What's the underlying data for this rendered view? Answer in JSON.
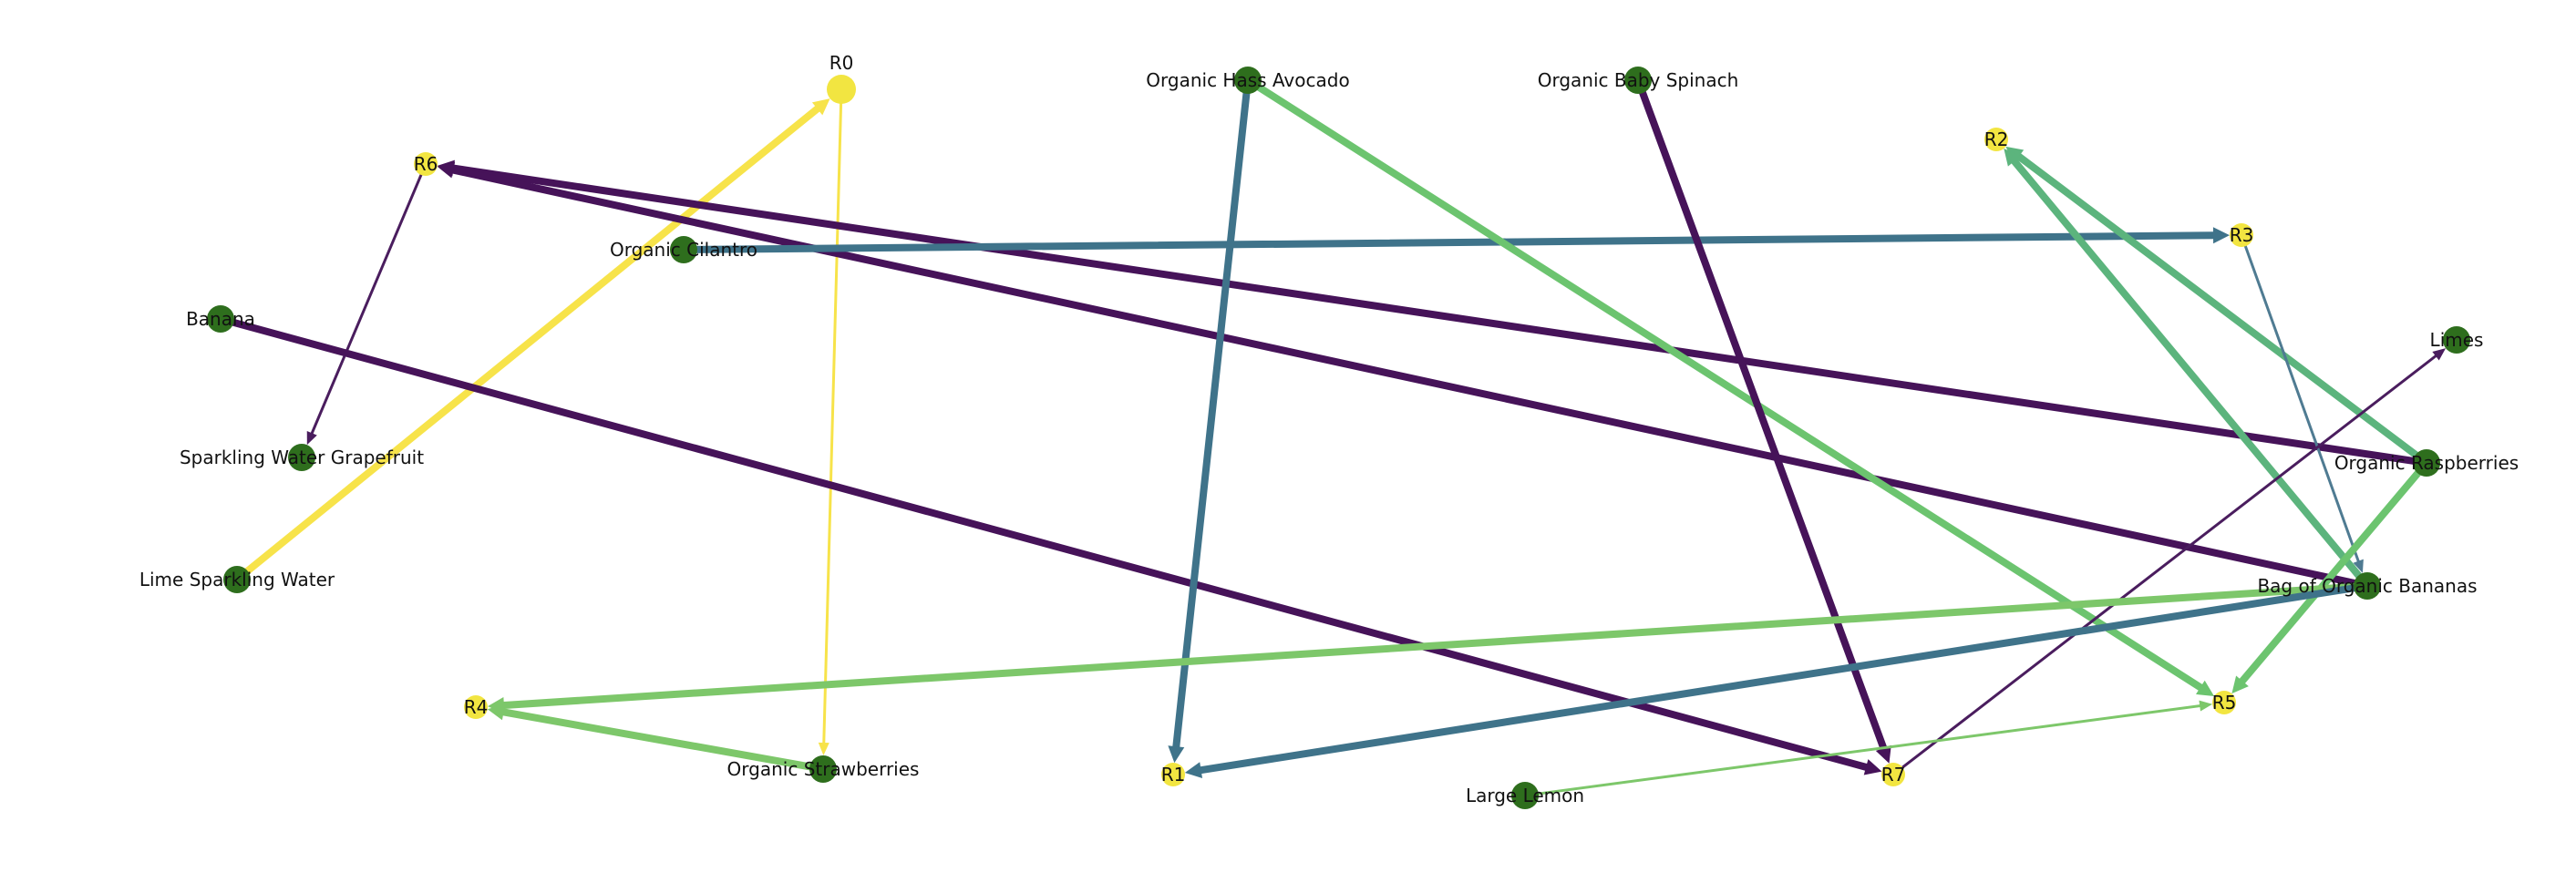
{
  "graph": {
    "nodes": [
      {
        "id": "R0",
        "label": "R0",
        "kind": "rule",
        "color": "#f2e541"
      },
      {
        "id": "R1",
        "label": "R1",
        "kind": "rule",
        "color": "#f2e541"
      },
      {
        "id": "R2",
        "label": "R2",
        "kind": "rule",
        "color": "#f2e541"
      },
      {
        "id": "R3",
        "label": "R3",
        "kind": "rule",
        "color": "#f2e541"
      },
      {
        "id": "R4",
        "label": "R4",
        "kind": "rule",
        "color": "#f2e541"
      },
      {
        "id": "R5",
        "label": "R5",
        "kind": "rule",
        "color": "#f2e541"
      },
      {
        "id": "R6",
        "label": "R6",
        "kind": "rule",
        "color": "#f2e541"
      },
      {
        "id": "R7",
        "label": "R7",
        "kind": "rule",
        "color": "#f2e541"
      },
      {
        "id": "avocado",
        "label": "Organic Hass Avocado",
        "kind": "item",
        "color": "#2e6e1d"
      },
      {
        "id": "spinach",
        "label": "Organic Baby Spinach",
        "kind": "item",
        "color": "#2e6e1d"
      },
      {
        "id": "cilantro",
        "label": "Organic Cilantro",
        "kind": "item",
        "color": "#2e6e1d"
      },
      {
        "id": "banana",
        "label": "Banana",
        "kind": "item",
        "color": "#2e6e1d"
      },
      {
        "id": "grapefruit",
        "label": "Sparkling Water Grapefruit",
        "kind": "item",
        "color": "#2e6e1d"
      },
      {
        "id": "limesw",
        "label": "Lime Sparkling Water",
        "kind": "item",
        "color": "#2e6e1d"
      },
      {
        "id": "strawberries",
        "label": "Organic Strawberries",
        "kind": "item",
        "color": "#2e6e1d"
      },
      {
        "id": "lemon",
        "label": "Large Lemon",
        "kind": "item",
        "color": "#2e6e1d"
      },
      {
        "id": "limes",
        "label": "Limes",
        "kind": "item",
        "color": "#2e6e1d"
      },
      {
        "id": "raspberries",
        "label": "Organic Raspberries",
        "kind": "item",
        "color": "#2e6e1d"
      },
      {
        "id": "bagbananas",
        "label": "Bag of Organic Bananas",
        "kind": "item",
        "color": "#2e6e1d"
      }
    ],
    "edges": [
      {
        "from": "limesw",
        "to": "R0",
        "color": "#f7e34a",
        "weight": 8
      },
      {
        "from": "R0",
        "to": "strawberries",
        "color": "#f7e34a",
        "weight": 3
      },
      {
        "from": "R6",
        "to": "grapefruit",
        "color": "#4a1d5e",
        "weight": 3
      },
      {
        "from": "raspberries",
        "to": "R6",
        "color": "#461359",
        "weight": 8
      },
      {
        "from": "bagbananas",
        "to": "R6",
        "color": "#461359",
        "weight": 8
      },
      {
        "from": "cilantro",
        "to": "R3",
        "color": "#3f738a",
        "weight": 8
      },
      {
        "from": "banana",
        "to": "R7",
        "color": "#461359",
        "weight": 8
      },
      {
        "from": "avocado",
        "to": "R1",
        "color": "#3f738a",
        "weight": 8
      },
      {
        "from": "avocado",
        "to": "R5",
        "color": "#6cc46f",
        "weight": 8
      },
      {
        "from": "spinach",
        "to": "R7",
        "color": "#461359",
        "weight": 8
      },
      {
        "from": "raspberries",
        "to": "R2",
        "color": "#5cb47d",
        "weight": 8
      },
      {
        "from": "bagbananas",
        "to": "R2",
        "color": "#5cb47d",
        "weight": 8
      },
      {
        "from": "R3",
        "to": "bagbananas",
        "color": "#4f7b92",
        "weight": 3
      },
      {
        "from": "R7",
        "to": "limes",
        "color": "#4a1d5e",
        "weight": 3
      },
      {
        "from": "raspberries",
        "to": "R5",
        "color": "#6cc46f",
        "weight": 8
      },
      {
        "from": "bagbananas",
        "to": "R4",
        "color": "#7dc76a",
        "weight": 8
      },
      {
        "from": "strawberries",
        "to": "R4",
        "color": "#7dc76a",
        "weight": 8
      },
      {
        "from": "bagbananas",
        "to": "R1",
        "color": "#3f738a",
        "weight": 8
      },
      {
        "from": "lemon",
        "to": "R5",
        "color": "#7dc76a",
        "weight": 3
      }
    ]
  }
}
